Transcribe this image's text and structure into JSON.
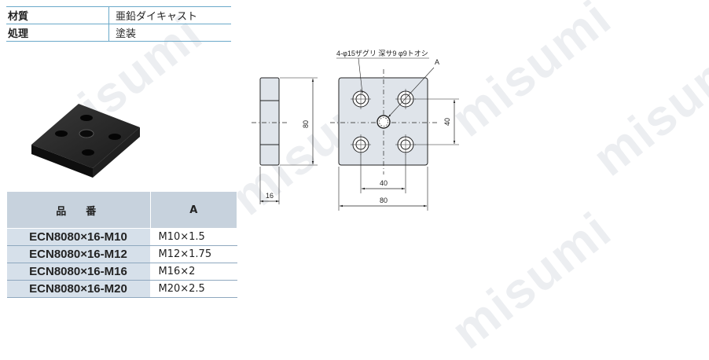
{
  "spec": {
    "rows": [
      {
        "key": "材質",
        "value": "亜鉛ダイキャスト"
      },
      {
        "key": "処理",
        "value": "塗装"
      }
    ]
  },
  "parts": {
    "headers": {
      "part_number": "品　番",
      "a": "A"
    },
    "rows": [
      {
        "part_number": "ECN8080×16-M10",
        "a": "M10×1.5"
      },
      {
        "part_number": "ECN8080×16-M12",
        "a": "M12×1.75"
      },
      {
        "part_number": "ECN8080×16-M16",
        "a": "M16×2"
      },
      {
        "part_number": "ECN8080×16-M20",
        "a": "M20×2.5"
      }
    ]
  },
  "drawing": {
    "hole_note": "4-φ15ザグリ 深サ9 φ9トオシ",
    "label_a": "A",
    "dim_side_height": "80",
    "dim_side_thickness": "16",
    "dim_front_width": "80",
    "dim_hole_pitch_h": "40",
    "dim_hole_pitch_v": "40"
  },
  "watermark": "misumi",
  "colors": {
    "table_rule": "#6aa9c9",
    "header_fill": "#c7d2dd",
    "part_fill": "#d6e0ea",
    "part_face": "#dfe4ea"
  }
}
